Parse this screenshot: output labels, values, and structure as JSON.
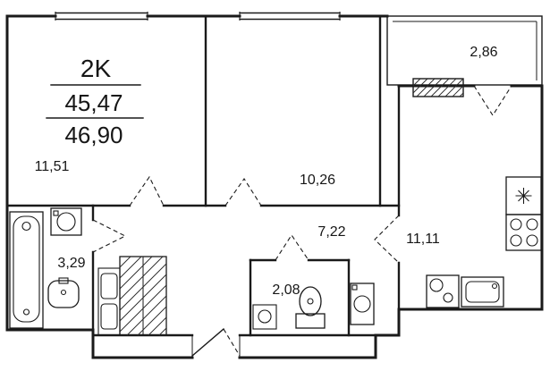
{
  "plan": {
    "unit_label": "2K",
    "area_main": "45,47",
    "area_total": "46,90",
    "rooms": {
      "living1": "11,51",
      "living2": "10,26",
      "balcony": "2,86",
      "hall": "7,22",
      "kitchen": "11,11",
      "bathroom": "3,29",
      "wc": "2,08"
    },
    "colors": {
      "line": "#1a1a1a",
      "background": "#ffffff"
    }
  }
}
